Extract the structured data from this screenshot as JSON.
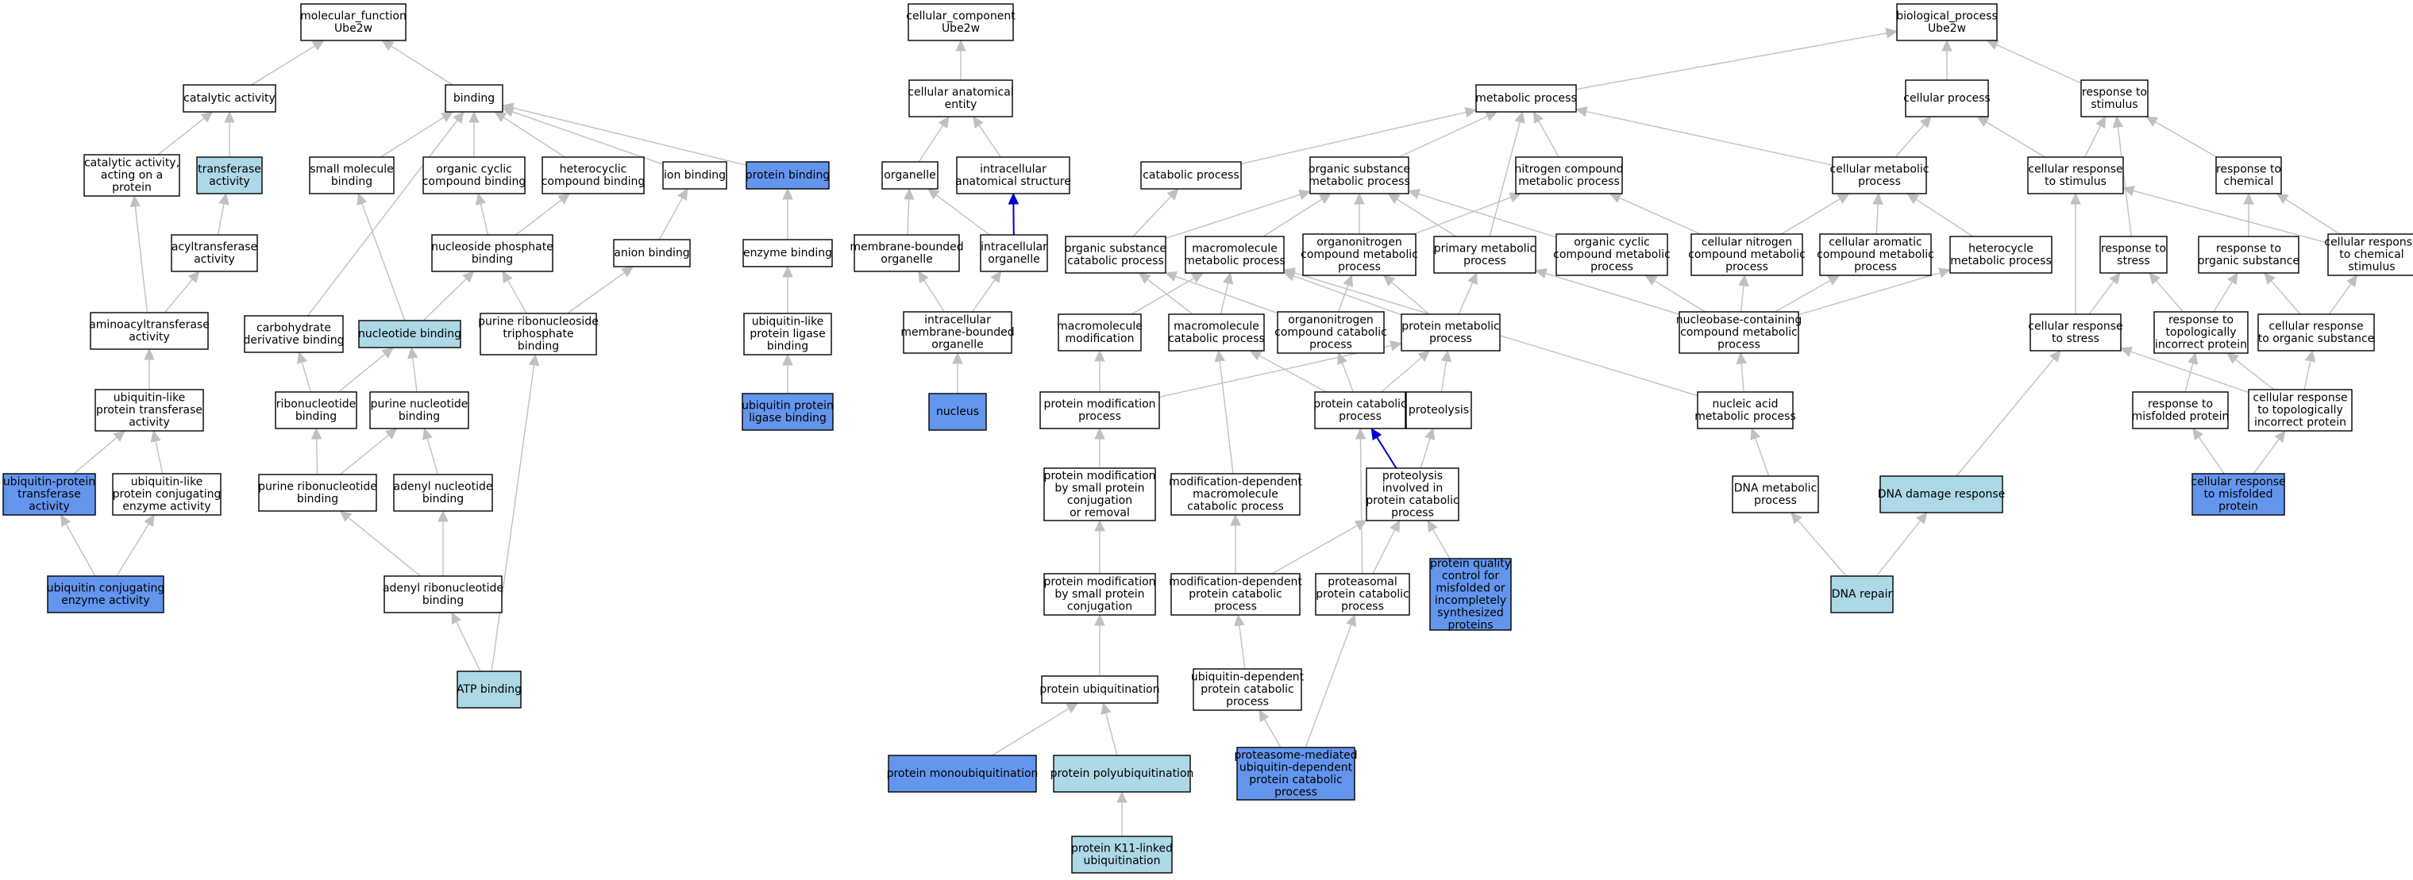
{
  "colors": {
    "white": "#ffffff",
    "light_blue": "#add8e6",
    "blue": "#6495ed",
    "edge_grey": "#c0c0c0",
    "edge_blue": "#0000cc"
  },
  "nodes": {
    "mf_root": {
      "label": [
        "molecular_function",
        "Ube2w"
      ],
      "fill": "white"
    },
    "catalytic": {
      "label": [
        "catalytic activity"
      ],
      "fill": "white"
    },
    "binding": {
      "label": [
        "binding"
      ],
      "fill": "white"
    },
    "cat_prot": {
      "label": [
        "catalytic activity,",
        "acting on a",
        "protein"
      ],
      "fill": "white"
    },
    "transferase": {
      "label": [
        "transferase",
        "activity"
      ],
      "fill": "light_blue"
    },
    "small_mol": {
      "label": [
        "small molecule",
        "binding"
      ],
      "fill": "white"
    },
    "org_cyclic_b": {
      "label": [
        "organic cyclic",
        "compound binding"
      ],
      "fill": "white"
    },
    "hetero_b": {
      "label": [
        "heterocyclic",
        "compound binding"
      ],
      "fill": "white"
    },
    "ion_b": {
      "label": [
        "ion binding"
      ],
      "fill": "white"
    },
    "prot_b": {
      "label": [
        "protein binding"
      ],
      "fill": "blue"
    },
    "acyltrans": {
      "label": [
        "acyltransferase",
        "activity"
      ],
      "fill": "white"
    },
    "nucphos_b": {
      "label": [
        "nucleoside phosphate",
        "binding"
      ],
      "fill": "white"
    },
    "anion_b": {
      "label": [
        "anion binding"
      ],
      "fill": "white"
    },
    "enzyme_b": {
      "label": [
        "enzyme binding"
      ],
      "fill": "white"
    },
    "aminoacyl": {
      "label": [
        "aminoacyltransferase",
        "activity"
      ],
      "fill": "white"
    },
    "carb_b": {
      "label": [
        "carbohydrate",
        "derivative binding"
      ],
      "fill": "white"
    },
    "nucleotide_b": {
      "label": [
        "nucleotide binding"
      ],
      "fill": "light_blue"
    },
    "purine_rntp_b": {
      "label": [
        "purine ribonucleoside",
        "triphosphate",
        "binding"
      ],
      "fill": "white"
    },
    "ubl_ligase_b": {
      "label": [
        "ubiquitin-like",
        "protein ligase",
        "binding"
      ],
      "fill": "white"
    },
    "ubl_trans": {
      "label": [
        "ubiquitin-like",
        "protein transferase",
        "activity"
      ],
      "fill": "white"
    },
    "ribonuc_b": {
      "label": [
        "ribonucleotide",
        "binding"
      ],
      "fill": "white"
    },
    "purine_nuc_b": {
      "label": [
        "purine nucleotide",
        "binding"
      ],
      "fill": "white"
    },
    "ub_ligase_b": {
      "label": [
        "ubiquitin protein",
        "ligase binding"
      ],
      "fill": "blue"
    },
    "ub_prot_trans": {
      "label": [
        "ubiquitin-protein",
        "transferase",
        "activity"
      ],
      "fill": "blue"
    },
    "ubl_conj": {
      "label": [
        "ubiquitin-like",
        "protein conjugating",
        "enzyme activity"
      ],
      "fill": "white"
    },
    "purine_ribo_b": {
      "label": [
        "purine ribonucleotide",
        "binding"
      ],
      "fill": "white"
    },
    "adenyl_nuc_b": {
      "label": [
        "adenyl nucleotide",
        "binding"
      ],
      "fill": "white"
    },
    "ub_conj": {
      "label": [
        "ubiquitin conjugating",
        "enzyme activity"
      ],
      "fill": "blue"
    },
    "adenyl_ribo_b": {
      "label": [
        "adenyl ribonucleotide",
        "binding"
      ],
      "fill": "white"
    },
    "atp_b": {
      "label": [
        "ATP binding"
      ],
      "fill": "light_blue"
    },
    "cc_root": {
      "label": [
        "cellular_component",
        "Ube2w"
      ],
      "fill": "white"
    },
    "cae": {
      "label": [
        "cellular anatomical",
        "entity"
      ],
      "fill": "white"
    },
    "organelle": {
      "label": [
        "organelle"
      ],
      "fill": "white"
    },
    "ias": {
      "label": [
        "intracellular",
        "anatomical structure"
      ],
      "fill": "white"
    },
    "mbo": {
      "label": [
        "membrane-bounded",
        "organelle"
      ],
      "fill": "white"
    },
    "io": {
      "label": [
        "intracellular",
        "organelle"
      ],
      "fill": "white"
    },
    "imbo": {
      "label": [
        "intracellular",
        "membrane-bounded",
        "organelle"
      ],
      "fill": "white"
    },
    "nucleus": {
      "label": [
        "nucleus"
      ],
      "fill": "blue"
    },
    "bp_root": {
      "label": [
        "biological_process",
        "Ube2w"
      ],
      "fill": "white"
    },
    "metabolic": {
      "label": [
        "metabolic process"
      ],
      "fill": "white"
    },
    "cellular_p": {
      "label": [
        "cellular process"
      ],
      "fill": "white"
    },
    "resp_stim": {
      "label": [
        "response to",
        "stimulus"
      ],
      "fill": "white"
    },
    "catabolic": {
      "label": [
        "catabolic process"
      ],
      "fill": "white"
    },
    "org_sub_met": {
      "label": [
        "organic substance",
        "metabolic process"
      ],
      "fill": "white"
    },
    "nitro_met": {
      "label": [
        "nitrogen compound",
        "metabolic process"
      ],
      "fill": "white"
    },
    "cell_met": {
      "label": [
        "cellular metabolic",
        "process"
      ],
      "fill": "white"
    },
    "cell_resp_stim": {
      "label": [
        "cellular response",
        "to stimulus"
      ],
      "fill": "white"
    },
    "resp_chem": {
      "label": [
        "response to",
        "chemical"
      ],
      "fill": "white"
    },
    "org_sub_cat": {
      "label": [
        "organic substance",
        "catabolic process"
      ],
      "fill": "white"
    },
    "macro_met": {
      "label": [
        "macromolecule",
        "metabolic process"
      ],
      "fill": "white"
    },
    "orgnitro_met": {
      "label": [
        "organonitrogen",
        "compound metabolic",
        "process"
      ],
      "fill": "white"
    },
    "primary_met": {
      "label": [
        "primary metabolic",
        "process"
      ],
      "fill": "white"
    },
    "org_cyc_met": {
      "label": [
        "organic cyclic",
        "compound metabolic",
        "process"
      ],
      "fill": "white"
    },
    "cell_nitro_met": {
      "label": [
        "cellular nitrogen",
        "compound metabolic",
        "process"
      ],
      "fill": "white"
    },
    "cell_arom_met": {
      "label": [
        "cellular aromatic",
        "compound metabolic",
        "process"
      ],
      "fill": "white"
    },
    "hetero_met": {
      "label": [
        "heterocycle",
        "metabolic process"
      ],
      "fill": "white"
    },
    "resp_stress": {
      "label": [
        "response to",
        "stress"
      ],
      "fill": "white"
    },
    "resp_org_sub": {
      "label": [
        "response to",
        "organic substance"
      ],
      "fill": "white"
    },
    "cell_resp_chem": {
      "label": [
        "cellular response",
        "to chemical",
        "stimulus"
      ],
      "fill": "white"
    },
    "macro_mod": {
      "label": [
        "macromolecule",
        "modification"
      ],
      "fill": "white"
    },
    "macro_cat": {
      "label": [
        "macromolecule",
        "catabolic process"
      ],
      "fill": "white"
    },
    "orgnitro_cat": {
      "label": [
        "organonitrogen",
        "compound catabolic",
        "process"
      ],
      "fill": "white"
    },
    "prot_met": {
      "label": [
        "protein metabolic",
        "process"
      ],
      "fill": "white"
    },
    "nucbase_met": {
      "label": [
        "nucleobase-containing",
        "compound metabolic",
        "process"
      ],
      "fill": "white"
    },
    "cell_resp_stress": {
      "label": [
        "cellular response",
        "to stress"
      ],
      "fill": "white"
    },
    "resp_topo": {
      "label": [
        "response to",
        "topologically",
        "incorrect protein"
      ],
      "fill": "white"
    },
    "cell_resp_org": {
      "label": [
        "cellular response",
        "to organic substance"
      ],
      "fill": "white"
    },
    "prot_mod": {
      "label": [
        "protein modification",
        "process"
      ],
      "fill": "white"
    },
    "prot_cat": {
      "label": [
        "protein catabolic",
        "process"
      ],
      "fill": "white"
    },
    "proteolysis": {
      "label": [
        "proteolysis"
      ],
      "fill": "white"
    },
    "nuc_acid_met": {
      "label": [
        "nucleic acid",
        "metabolic process"
      ],
      "fill": "white"
    },
    "resp_misfold": {
      "label": [
        "response to",
        "misfolded protein"
      ],
      "fill": "white"
    },
    "cell_resp_topo": {
      "label": [
        "cellular response",
        "to topologically",
        "incorrect protein"
      ],
      "fill": "white"
    },
    "pm_small_rem": {
      "label": [
        "protein modification",
        "by small protein",
        "conjugation",
        "or removal"
      ],
      "fill": "white"
    },
    "moddep_macro_cat": {
      "label": [
        "modification-dependent",
        "macromolecule",
        "catabolic process"
      ],
      "fill": "white"
    },
    "proteo_cat": {
      "label": [
        "proteolysis",
        "involved in",
        "protein catabolic",
        "process"
      ],
      "fill": "white"
    },
    "dna_met": {
      "label": [
        "DNA metabolic",
        "process"
      ],
      "fill": "white"
    },
    "dna_damage": {
      "label": [
        "DNA damage response"
      ],
      "fill": "light_blue"
    },
    "cell_resp_misfold": {
      "label": [
        "cellular response",
        "to misfolded",
        "protein"
      ],
      "fill": "blue"
    },
    "pm_small_conj": {
      "label": [
        "protein modification",
        "by small protein",
        "conjugation"
      ],
      "fill": "white"
    },
    "moddep_prot_cat": {
      "label": [
        "modification-dependent",
        "protein catabolic",
        "process"
      ],
      "fill": "white"
    },
    "proteasomal_cat": {
      "label": [
        "proteasomal",
        "protein catabolic",
        "process"
      ],
      "fill": "white"
    },
    "pqc_misfold": {
      "label": [
        "protein quality",
        "control for",
        "misfolded or",
        "incompletely",
        "synthesized",
        "proteins"
      ],
      "fill": "blue"
    },
    "dna_repair": {
      "label": [
        "DNA repair"
      ],
      "fill": "light_blue"
    },
    "prot_ubiq": {
      "label": [
        "protein ubiquitination"
      ],
      "fill": "white"
    },
    "ubdep_cat": {
      "label": [
        "ubiquitin-dependent",
        "protein catabolic",
        "process"
      ],
      "fill": "white"
    },
    "mono_ubiq": {
      "label": [
        "protein monoubiquitination"
      ],
      "fill": "blue"
    },
    "poly_ubiq": {
      "label": [
        "protein polyubiquitination"
      ],
      "fill": "light_blue"
    },
    "proteasome_ubdep": {
      "label": [
        "proteasome-mediated",
        "ubiquitin-dependent",
        "protein catabolic",
        "process"
      ],
      "fill": "blue"
    },
    "k11_ubiq": {
      "label": [
        "protein K11-linked",
        "ubiquitination"
      ],
      "fill": "light_blue"
    }
  },
  "edges": [
    [
      "catalytic",
      "mf_root"
    ],
    [
      "binding",
      "mf_root"
    ],
    [
      "cat_prot",
      "catalytic"
    ],
    [
      "transferase",
      "catalytic"
    ],
    [
      "small_mol",
      "binding"
    ],
    [
      "org_cyclic_b",
      "binding"
    ],
    [
      "hetero_b",
      "binding"
    ],
    [
      "ion_b",
      "binding"
    ],
    [
      "prot_b",
      "binding"
    ],
    [
      "carb_b",
      "binding"
    ],
    [
      "acyltrans",
      "transferase"
    ],
    [
      "aminoacyl",
      "acyltrans"
    ],
    [
      "aminoacyl",
      "cat_prot"
    ],
    [
      "nucphos_b",
      "org_cyclic_b"
    ],
    [
      "nucphos_b",
      "hetero_b"
    ],
    [
      "anion_b",
      "ion_b"
    ],
    [
      "enzyme_b",
      "prot_b"
    ],
    [
      "ubl_ligase_b",
      "enzyme_b"
    ],
    [
      "ub_ligase_b",
      "ubl_ligase_b"
    ],
    [
      "ubl_trans",
      "aminoacyl"
    ],
    [
      "nucleotide_b",
      "nucphos_b"
    ],
    [
      "nucleotide_b",
      "small_mol"
    ],
    [
      "purine_rntp_b",
      "nucphos_b"
    ],
    [
      "purine_rntp_b",
      "anion_b"
    ],
    [
      "ribonuc_b",
      "carb_b"
    ],
    [
      "ribonuc_b",
      "nucleotide_b"
    ],
    [
      "purine_nuc_b",
      "nucleotide_b"
    ],
    [
      "ub_prot_trans",
      "ubl_trans"
    ],
    [
      "ubl_conj",
      "ubl_trans"
    ],
    [
      "purine_ribo_b",
      "ribonuc_b"
    ],
    [
      "purine_ribo_b",
      "purine_nuc_b"
    ],
    [
      "adenyl_nuc_b",
      "purine_nuc_b"
    ],
    [
      "ub_conj",
      "ub_prot_trans"
    ],
    [
      "ub_conj",
      "ubl_conj"
    ],
    [
      "adenyl_ribo_b",
      "purine_ribo_b"
    ],
    [
      "adenyl_ribo_b",
      "adenyl_nuc_b"
    ],
    [
      "atp_b",
      "adenyl_ribo_b"
    ],
    [
      "atp_b",
      "purine_rntp_b"
    ],
    [
      "cae",
      "cc_root"
    ],
    [
      "organelle",
      "cae"
    ],
    [
      "ias",
      "cae"
    ],
    [
      "mbo",
      "organelle"
    ],
    [
      "io",
      "organelle"
    ],
    [
      "io",
      "ias",
      "blue"
    ],
    [
      "imbo",
      "mbo"
    ],
    [
      "imbo",
      "io"
    ],
    [
      "nucleus",
      "imbo"
    ],
    [
      "metabolic",
      "bp_root"
    ],
    [
      "cellular_p",
      "bp_root"
    ],
    [
      "resp_stim",
      "bp_root"
    ],
    [
      "catabolic",
      "metabolic"
    ],
    [
      "org_sub_met",
      "metabolic"
    ],
    [
      "nitro_met",
      "metabolic"
    ],
    [
      "cell_met",
      "metabolic"
    ],
    [
      "cell_met",
      "cellular_p"
    ],
    [
      "primary_met",
      "metabolic"
    ],
    [
      "cell_resp_stim",
      "cellular_p"
    ],
    [
      "cell_resp_stim",
      "resp_stim"
    ],
    [
      "resp_chem",
      "resp_stim"
    ],
    [
      "resp_stress",
      "resp_stim"
    ],
    [
      "org_sub_cat",
      "catabolic"
    ],
    [
      "org_sub_cat",
      "org_sub_met"
    ],
    [
      "macro_met",
      "org_sub_met"
    ],
    [
      "orgnitro_met",
      "org_sub_met"
    ],
    [
      "orgnitro_met",
      "nitro_met"
    ],
    [
      "primary_met",
      "org_sub_met"
    ],
    [
      "org_cyc_met",
      "org_sub_met"
    ],
    [
      "cell_nitro_met",
      "nitro_met"
    ],
    [
      "cell_nitro_met",
      "cell_met"
    ],
    [
      "cell_arom_met",
      "cell_met"
    ],
    [
      "hetero_met",
      "cell_met"
    ],
    [
      "resp_org_sub",
      "resp_chem"
    ],
    [
      "cell_resp_chem",
      "resp_chem"
    ],
    [
      "cell_resp_chem",
      "cell_resp_stim"
    ],
    [
      "macro_mod",
      "macro_met"
    ],
    [
      "macro_cat",
      "macro_met"
    ],
    [
      "macro_cat",
      "org_sub_cat"
    ],
    [
      "orgnitro_cat",
      "orgnitro_met"
    ],
    [
      "orgnitro_cat",
      "org_sub_cat"
    ],
    [
      "prot_met",
      "primary_met"
    ],
    [
      "prot_met",
      "orgnitro_met"
    ],
    [
      "prot_met",
      "macro_met"
    ],
    [
      "nucbase_met",
      "org_cyc_met"
    ],
    [
      "nucbase_met",
      "cell_nitro_met"
    ],
    [
      "nucbase_met",
      "cell_arom_met"
    ],
    [
      "nucbase_met",
      "hetero_met"
    ],
    [
      "nucbase_met",
      "primary_met"
    ],
    [
      "cell_resp_stress",
      "resp_stress"
    ],
    [
      "cell_resp_stress",
      "cell_resp_stim"
    ],
    [
      "resp_topo",
      "resp_stress"
    ],
    [
      "resp_topo",
      "resp_org_sub"
    ],
    [
      "cell_resp_org",
      "resp_org_sub"
    ],
    [
      "cell_resp_org",
      "cell_resp_chem"
    ],
    [
      "prot_mod",
      "macro_mod"
    ],
    [
      "prot_mod",
      "prot_met"
    ],
    [
      "prot_cat",
      "orgnitro_cat"
    ],
    [
      "prot_cat",
      "macro_cat"
    ],
    [
      "prot_cat",
      "prot_met"
    ],
    [
      "proteolysis",
      "prot_met"
    ],
    [
      "nuc_acid_met",
      "nucbase_met"
    ],
    [
      "nuc_acid_met",
      "macro_met"
    ],
    [
      "resp_misfold",
      "resp_topo"
    ],
    [
      "cell_resp_topo",
      "resp_topo"
    ],
    [
      "cell_resp_topo",
      "cell_resp_org"
    ],
    [
      "cell_resp_topo",
      "cell_resp_stress"
    ],
    [
      "pm_small_rem",
      "prot_mod"
    ],
    [
      "moddep_macro_cat",
      "macro_cat"
    ],
    [
      "proteo_cat",
      "prot_cat",
      "blue"
    ],
    [
      "proteo_cat",
      "proteolysis"
    ],
    [
      "dna_met",
      "nuc_acid_met"
    ],
    [
      "dna_damage",
      "cell_resp_stress"
    ],
    [
      "cell_resp_misfold",
      "resp_misfold"
    ],
    [
      "cell_resp_misfold",
      "cell_resp_topo"
    ],
    [
      "pm_small_conj",
      "pm_small_rem"
    ],
    [
      "moddep_prot_cat",
      "moddep_macro_cat"
    ],
    [
      "moddep_prot_cat",
      "proteo_cat"
    ],
    [
      "proteasomal_cat",
      "proteo_cat"
    ],
    [
      "proteasomal_cat",
      "prot_cat"
    ],
    [
      "pqc_misfold",
      "proteo_cat"
    ],
    [
      "dna_repair",
      "dna_met"
    ],
    [
      "dna_repair",
      "dna_damage"
    ],
    [
      "prot_ubiq",
      "pm_small_conj"
    ],
    [
      "ubdep_cat",
      "moddep_prot_cat"
    ],
    [
      "mono_ubiq",
      "prot_ubiq"
    ],
    [
      "poly_ubiq",
      "prot_ubiq"
    ],
    [
      "proteasome_ubdep",
      "ubdep_cat"
    ],
    [
      "proteasome_ubdep",
      "proteasomal_cat"
    ],
    [
      "k11_ubiq",
      "poly_ubiq"
    ]
  ]
}
